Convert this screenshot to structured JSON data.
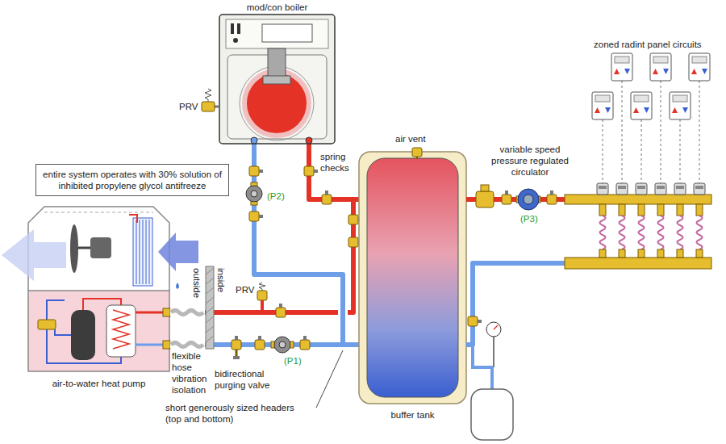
{
  "diagram": {
    "nodes": [
      {
        "text": [
          "mod/con boiler"
        ]
      },
      {
        "text": [
          "entire system operates with 30% solution of inhibited propylene glycol antifreeze"
        ]
      },
      {
        "text": [
          "air-to-water heat pump"
        ]
      },
      {
        "text": [
          "buffer tank"
        ]
      }
    ],
    "edges": [
      {
        "from": 0,
        "to": 3,
        "arrow": "none"
      },
      {
        "from": 2,
        "to": 3,
        "arrow": "none"
      },
      {
        "from": 3,
        "to": 2,
        "arrow": "none"
      },
      {
        "from": 3,
        "to": 0,
        "arrow": "none"
      }
    ],
    "labels": [
      "PRV",
      "(P2)",
      "spring checks",
      "air vent",
      "variable speed pressure regulated circulator",
      "(P3)",
      "zoned radint panel circuits",
      "outside",
      "inside",
      "PRV",
      "(P1)",
      "flexible hose vibration isolation",
      "bidirectional purging valve",
      "short generously sized headers (top and bottom)"
    ]
  }
}
